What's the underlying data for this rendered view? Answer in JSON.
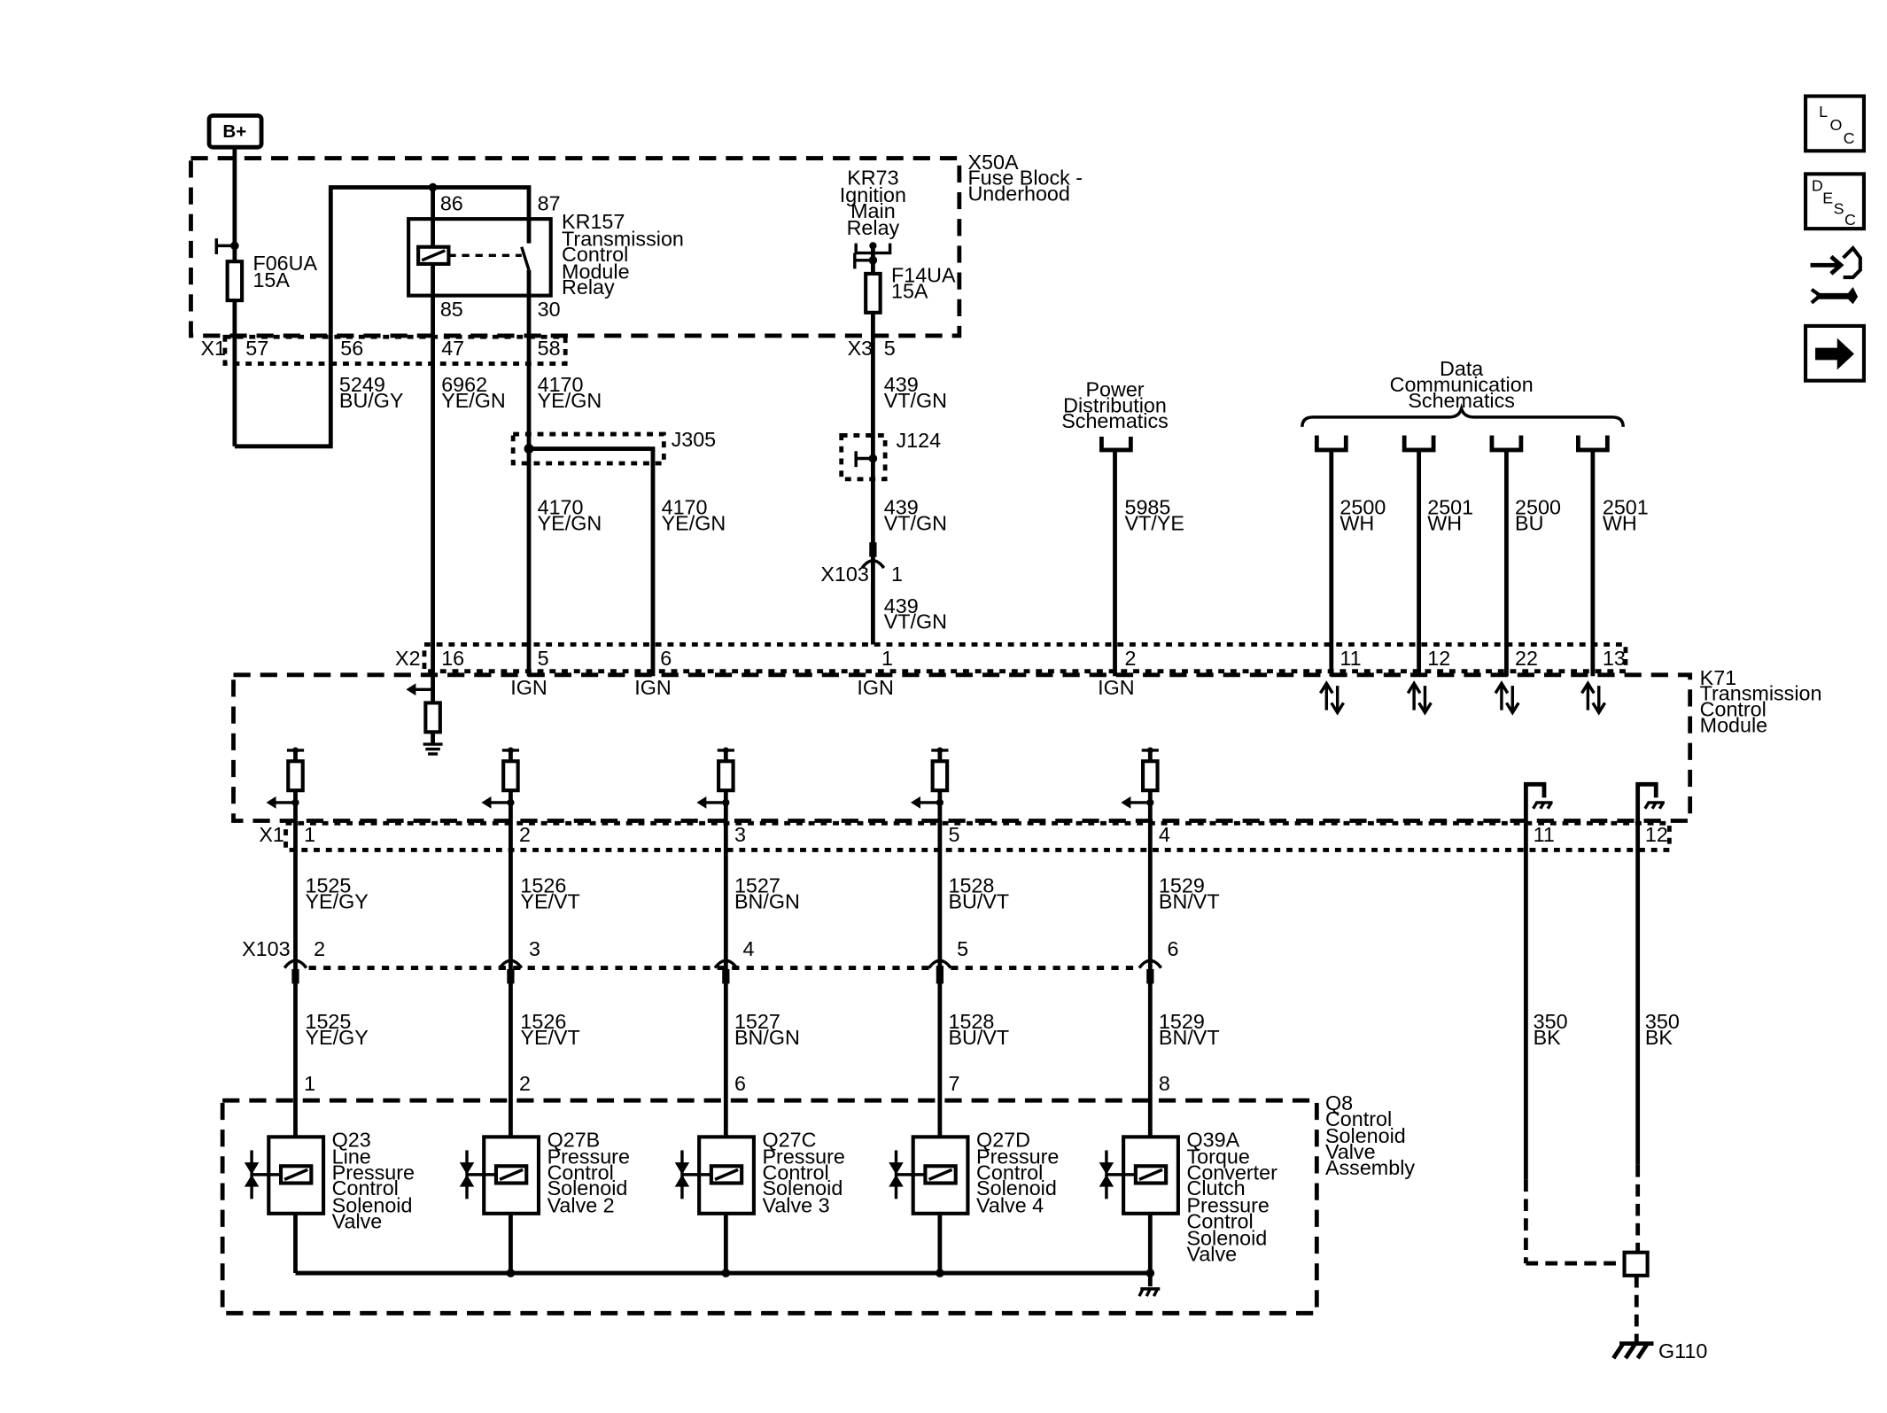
{
  "power": {
    "bplus": "B+"
  },
  "fuse_block": {
    "id": "X50A",
    "name_lines": [
      "Fuse Block -",
      "Underhood"
    ],
    "fuse1": {
      "id": "F06UA",
      "rating": "15A"
    },
    "fuse2": {
      "id": "F14UA",
      "rating": "15A"
    },
    "relay_kr157": {
      "id": "KR157",
      "name_lines": [
        "Transmission",
        "Control",
        "Module",
        "Relay"
      ],
      "pins": [
        "86",
        "87",
        "85",
        "30"
      ]
    },
    "relay_kr73": {
      "name_lines": [
        "KR73",
        "Ignition",
        "Main",
        "Relay"
      ]
    }
  },
  "connectors": {
    "x1_top": {
      "id": "X1",
      "pins": [
        "57",
        "56",
        "47",
        "58"
      ]
    },
    "x3": {
      "id": "X3",
      "pin": "5"
    },
    "j305": "J305",
    "j124": "J124",
    "x103_top": {
      "id": "X103",
      "pin": "1"
    },
    "x2": {
      "id": "X2",
      "pins": [
        "16",
        "5",
        "6",
        "1",
        "2",
        "11",
        "12",
        "22",
        "13"
      ]
    },
    "x1_bottom": {
      "id": "X1",
      "pins": [
        "1",
        "2",
        "3",
        "5",
        "4",
        "11",
        "12"
      ]
    },
    "x103_bottom": {
      "id": "X103",
      "pins": [
        "2",
        "3",
        "4",
        "5",
        "6"
      ]
    }
  },
  "wires_top": [
    {
      "num": "5249",
      "color": "BU/GY"
    },
    {
      "num": "6962",
      "color": "YE/GN"
    },
    {
      "num": "4170",
      "color": "YE/GN"
    },
    {
      "num": "439",
      "color": "VT/GN"
    }
  ],
  "wires_mid": [
    {
      "num": "4170",
      "color": "YE/GN"
    },
    {
      "num": "4170",
      "color": "YE/GN"
    },
    {
      "num": "439",
      "color": "VT/GN"
    },
    {
      "num": "439",
      "color": "VT/GN"
    },
    {
      "num": "5985",
      "color": "VT/YE"
    }
  ],
  "references": {
    "power_dist": [
      "Power",
      "Distribution",
      "Schematics"
    ],
    "data_comm": [
      "Data",
      "Communication",
      "Schematics"
    ]
  },
  "data_wires": [
    {
      "num": "2500",
      "color": "WH"
    },
    {
      "num": "2501",
      "color": "WH"
    },
    {
      "num": "2500",
      "color": "BU"
    },
    {
      "num": "2501",
      "color": "WH"
    }
  ],
  "tcm": {
    "id": "K71",
    "name_lines": [
      "Transmission",
      "Control",
      "Module"
    ],
    "ign_label": "IGN"
  },
  "solenoid_wires": [
    {
      "num": "1525",
      "color": "YE/GY"
    },
    {
      "num": "1526",
      "color": "YE/VT"
    },
    {
      "num": "1527",
      "color": "BN/GN"
    },
    {
      "num": "1528",
      "color": "BU/VT"
    },
    {
      "num": "1529",
      "color": "BN/VT"
    }
  ],
  "ground_wires": [
    {
      "num": "350",
      "color": "BK"
    },
    {
      "num": "350",
      "color": "BK"
    }
  ],
  "valve_assembly": {
    "id": "Q8",
    "name_lines": [
      "Control",
      "Solenoid",
      "Valve",
      "Assembly"
    ],
    "pins": [
      "1",
      "2",
      "6",
      "7",
      "8"
    ],
    "valves": [
      {
        "lines": [
          "Q23",
          "Line",
          "Pressure",
          "Control",
          "Solenoid",
          "Valve"
        ]
      },
      {
        "lines": [
          "Q27B",
          "Pressure",
          "Control",
          "Solenoid",
          "Valve 2"
        ]
      },
      {
        "lines": [
          "Q27C",
          "Pressure",
          "Control",
          "Solenoid",
          "Valve 3"
        ]
      },
      {
        "lines": [
          "Q27D",
          "Pressure",
          "Control",
          "Solenoid",
          "Valve 4"
        ]
      },
      {
        "lines": [
          "Q39A",
          "Torque",
          "Converter",
          "Clutch",
          "Pressure",
          "Control",
          "Solenoid",
          "Valve"
        ]
      }
    ]
  },
  "ground": "G110",
  "nav_buttons": {
    "loc": [
      "L",
      "O",
      "C"
    ],
    "desc": [
      "D",
      "E",
      "S",
      "C"
    ]
  }
}
